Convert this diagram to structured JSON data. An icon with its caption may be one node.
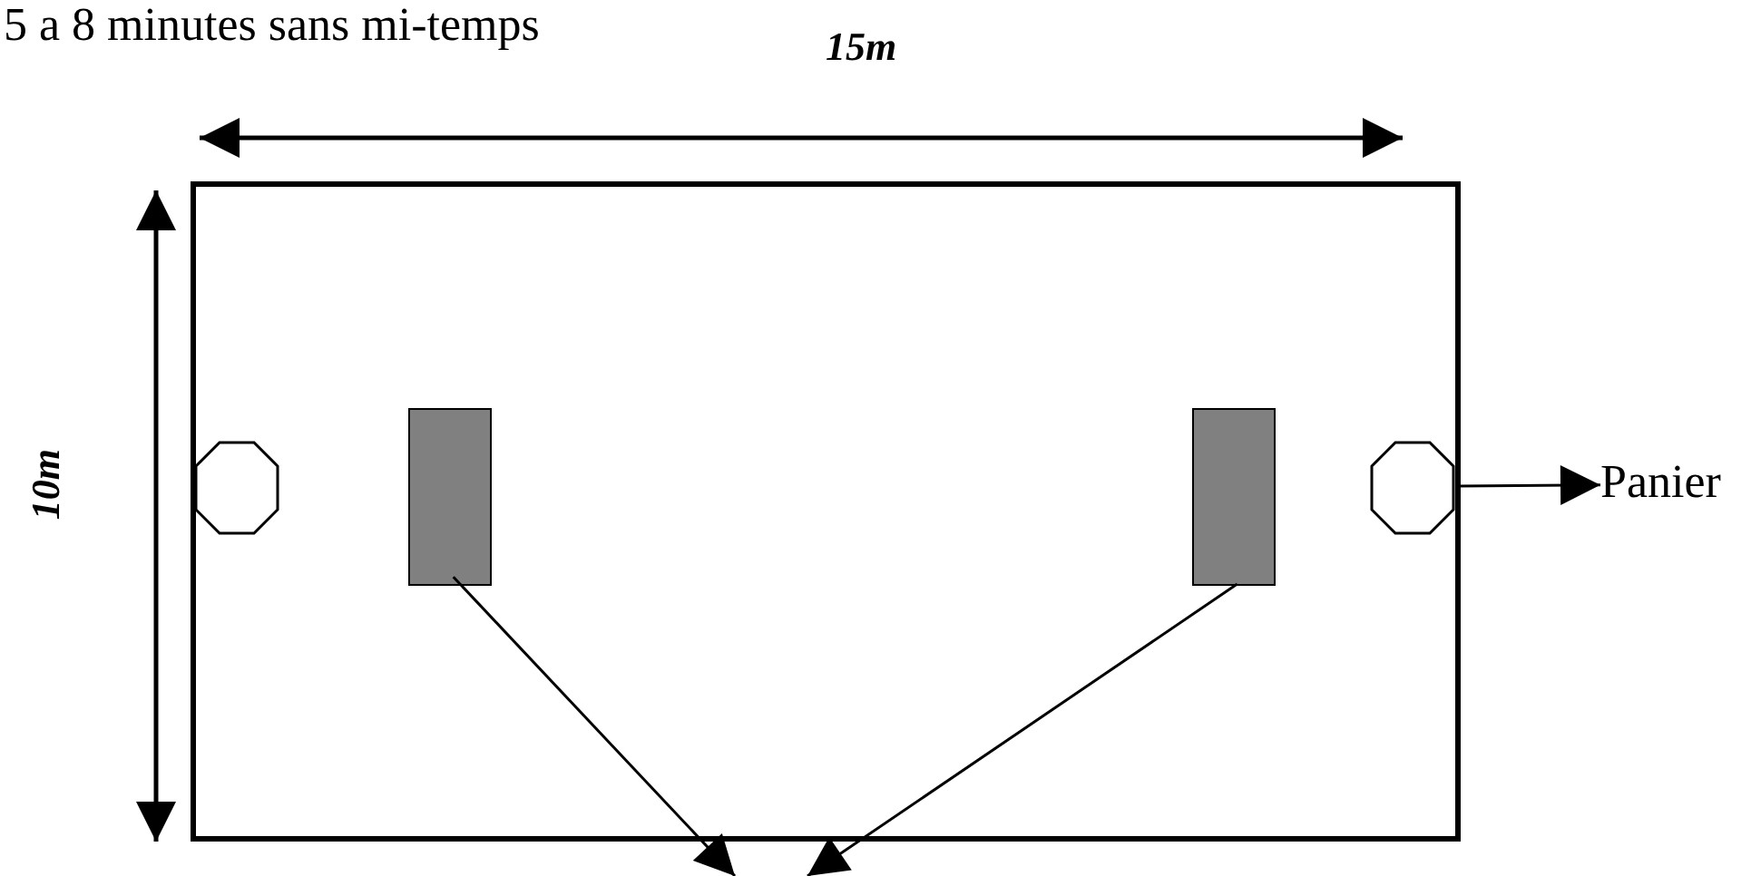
{
  "diagram": {
    "nodes": [
      {
        "text": [],
        "shape": "box"
      },
      {
        "text": [],
        "shape": "octagon",
        "in": 0
      },
      {
        "text": [],
        "shape": "bar",
        "in": 0
      },
      {
        "text": [],
        "shape": "bar",
        "in": 0
      },
      {
        "text": [],
        "shape": "octagon",
        "in": 0
      },
      {
        "text": [
          "Panier"
        ]
      }
    ],
    "edges": [
      {
        "from": 4,
        "to": 5,
        "arrow": "to"
      },
      {
        "from": 2,
        "to": null,
        "arrow": "to"
      },
      {
        "from": 3,
        "to": null,
        "arrow": "to"
      }
    ],
    "labels": [
      "5 a 8 minutes sans mi-temps",
      "15m",
      "10m"
    ]
  }
}
